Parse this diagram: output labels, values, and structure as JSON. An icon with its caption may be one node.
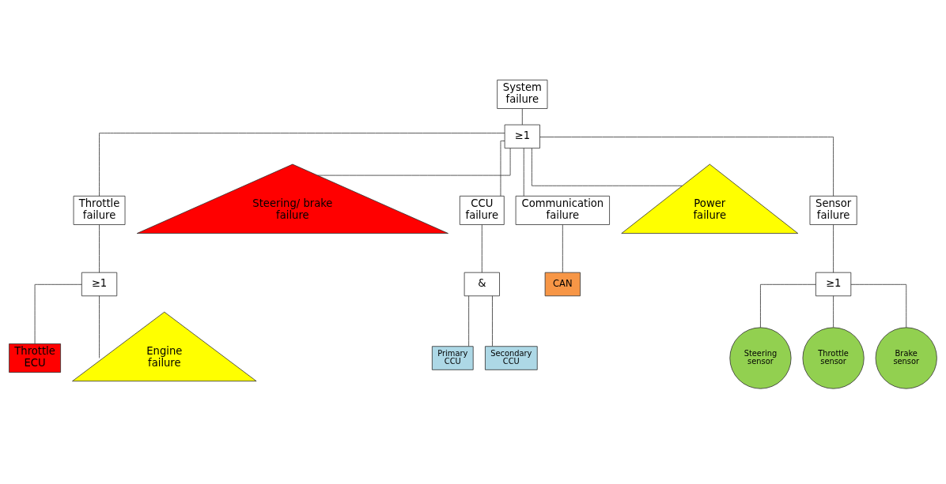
{
  "diagram": {
    "nodes": [
      {
        "text": [
          "System failure"
        ]
      },
      {
        "text": [
          "≥1"
        ]
      },
      {
        "text": [
          "Throttle failure"
        ]
      },
      {
        "text": [
          "Steering/ brake failure"
        ]
      },
      {
        "text": [
          "CCU failure"
        ]
      },
      {
        "text": [
          "Communication failure"
        ]
      },
      {
        "text": [
          "Power failure"
        ]
      },
      {
        "text": [
          "Sensor failure"
        ]
      },
      {
        "text": [
          "≥1"
        ]
      },
      {
        "text": [
          "Throttle ECU"
        ]
      },
      {
        "text": [
          "Engine failure"
        ]
      },
      {
        "text": [
          "&"
        ]
      },
      {
        "text": [
          "Primary CCU"
        ]
      },
      {
        "text": [
          "Secondary CCU"
        ]
      },
      {
        "text": [
          "CAN"
        ]
      },
      {
        "text": [
          "≥1"
        ]
      },
      {
        "text": [
          "Steering sensor"
        ]
      },
      {
        "text": [
          "Throttle sensor"
        ]
      },
      {
        "text": [
          "Brake sensor"
        ]
      }
    ],
    "edges": [
      {
        "from": 0,
        "to": 1,
        "arrow": "none"
      },
      {
        "from": 1,
        "to": 2,
        "arrow": "none"
      },
      {
        "from": 1,
        "to": 3,
        "arrow": "none"
      },
      {
        "from": 1,
        "to": 4,
        "arrow": "none"
      },
      {
        "from": 1,
        "to": 5,
        "arrow": "none"
      },
      {
        "from": 1,
        "to": 6,
        "arrow": "none"
      },
      {
        "from": 1,
        "to": 7,
        "arrow": "none"
      },
      {
        "from": 2,
        "to": 8,
        "arrow": "none"
      },
      {
        "from": 8,
        "to": 9,
        "arrow": "none"
      },
      {
        "from": 8,
        "to": 10,
        "arrow": "none"
      },
      {
        "from": 4,
        "to": 11,
        "arrow": "none"
      },
      {
        "from": 11,
        "to": 12,
        "arrow": "none"
      },
      {
        "from": 11,
        "to": 13,
        "arrow": "none"
      },
      {
        "from": 5,
        "to": 14,
        "arrow": "none"
      },
      {
        "from": 7,
        "to": 15,
        "arrow": "none"
      },
      {
        "from": 15,
        "to": 16,
        "arrow": "none"
      },
      {
        "from": 15,
        "to": 17,
        "arrow": "none"
      },
      {
        "from": 15,
        "to": 18,
        "arrow": "none"
      }
    ]
  }
}
